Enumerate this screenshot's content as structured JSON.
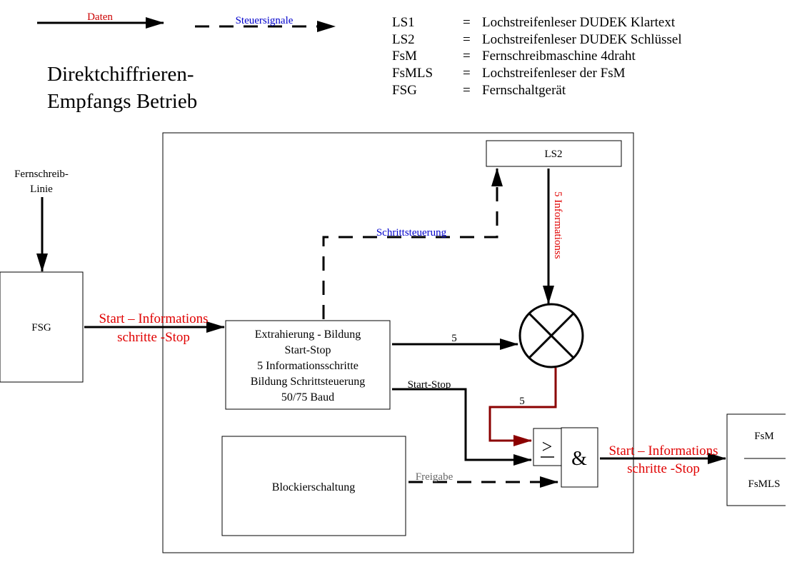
{
  "legend": {
    "data_label": "Daten",
    "control_label": "Steuersignale",
    "colors": {
      "data": "#cc0000",
      "control": "#0000cc"
    }
  },
  "title": {
    "line1": "Direktchiffrieren-",
    "line2": "Empfangs Betrieb"
  },
  "abbreviations": [
    {
      "abbr": "LS1",
      "eq": "=",
      "desc": "Lochstreifenleser DUDEK Klartext"
    },
    {
      "abbr": "LS2",
      "eq": "=",
      "desc": "Lochstreifenleser DUDEK Schlüssel"
    },
    {
      "abbr": "FsM",
      "eq": "=",
      "desc": "Fernschreibmaschine 4draht"
    },
    {
      "abbr": "FsMLS",
      "eq": "=",
      "desc": "Lochstreifenleser der FsM"
    },
    {
      "abbr": "FSG",
      "eq": "=",
      "desc": "Fernschaltgerät"
    }
  ],
  "blocks": {
    "fernschreib": {
      "line1": "Fernschreib-",
      "line2": "Linie"
    },
    "fsg": "FSG",
    "ls2": "LS2",
    "extract": {
      "lines": [
        "Extrahierung - Bildung",
        "Start-Stop",
        "5 Informationsschritte",
        "Bildung Schrittsteuerung",
        "50/75 Baud"
      ]
    },
    "blockier": "Blockierschaltung",
    "ge": ">",
    "and": "&",
    "fsm": "FsM",
    "fsmls": "FsMLS"
  },
  "signals": {
    "in_line1": "Start – Informations",
    "in_line2": "schritte -Stop",
    "out_line1": "Start – Informations",
    "out_line2": "schritte -Stop",
    "schrittsteuerung": "Schrittsteuerung",
    "informationss": "5 Informationss",
    "five_a": "5",
    "five_b": "5",
    "start_stop": "Start-Stop",
    "freigabe": "Freigabe"
  }
}
